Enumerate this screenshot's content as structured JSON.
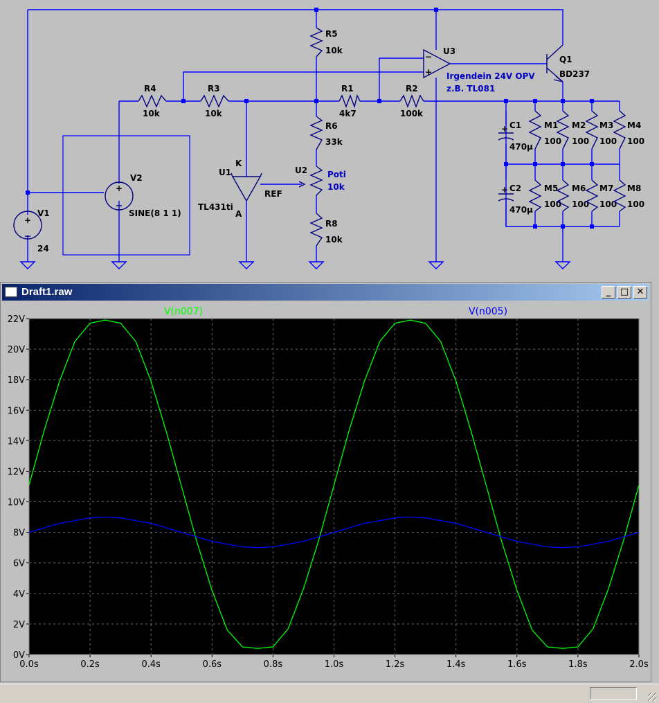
{
  "schematic": {
    "components": {
      "R5": {
        "name": "R5",
        "value": "10k"
      },
      "R4": {
        "name": "R4",
        "value": "10k"
      },
      "R3": {
        "name": "R3",
        "value": "10k"
      },
      "R1": {
        "name": "R1",
        "value": "4k7"
      },
      "R2": {
        "name": "R2",
        "value": "100k"
      },
      "R6": {
        "name": "R6",
        "value": "33k"
      },
      "R8": {
        "name": "R8",
        "value": "10k"
      },
      "U2": {
        "name": "U2",
        "value1": "Poti",
        "value2": "10k"
      },
      "U1": {
        "name": "U1",
        "part": "TL431ti",
        "pin_k": "K",
        "pin_a": "A",
        "pin_ref": "REF"
      },
      "U3": {
        "name": "U3",
        "note1": "Irgendein 24V OPV",
        "note2": "z.B. TL081"
      },
      "Q1": {
        "name": "Q1",
        "part": "BD237"
      },
      "V1": {
        "name": "V1",
        "value": "24"
      },
      "V2": {
        "name": "V2",
        "value": "SINE(8 1 1)"
      },
      "C1": {
        "name": "C1",
        "value": "470µ"
      },
      "C2": {
        "name": "C2",
        "value": "470µ"
      },
      "M1": {
        "name": "M1",
        "value": "100"
      },
      "M2": {
        "name": "M2",
        "value": "100"
      },
      "M3": {
        "name": "M3",
        "value": "100"
      },
      "M4": {
        "name": "M4",
        "value": "100"
      },
      "M5": {
        "name": "M5",
        "value": "100"
      },
      "M6": {
        "name": "M6",
        "value": "100"
      },
      "M7": {
        "name": "M7",
        "value": "100"
      },
      "M8": {
        "name": "M8",
        "value": "100"
      }
    }
  },
  "window": {
    "title": "Draft1.raw",
    "minimize_glyph": "_",
    "maximize_glyph": "□",
    "close_glyph": "✕"
  },
  "chart_data": {
    "type": "line",
    "title": "",
    "xlabel": "",
    "ylabel": "",
    "xlim": [
      0.0,
      2.0
    ],
    "ylim": [
      0,
      22
    ],
    "x_ticks": [
      "0.0s",
      "0.2s",
      "0.4s",
      "0.6s",
      "0.8s",
      "1.0s",
      "1.2s",
      "1.4s",
      "1.6s",
      "1.8s",
      "2.0s"
    ],
    "y_ticks": [
      "0V",
      "2V",
      "4V",
      "6V",
      "8V",
      "10V",
      "12V",
      "14V",
      "16V",
      "18V",
      "20V",
      "22V"
    ],
    "grid": true,
    "background": "#000000",
    "legend_position": "top",
    "series": [
      {
        "name": "V(n007)",
        "color": "#00ff00",
        "x": [
          0.0,
          0.05,
          0.1,
          0.15,
          0.2,
          0.25,
          0.3,
          0.35,
          0.4,
          0.45,
          0.5,
          0.55,
          0.6,
          0.65,
          0.7,
          0.75,
          0.8,
          0.85,
          0.9,
          0.95,
          1.0,
          1.05,
          1.1,
          1.15,
          1.2,
          1.25,
          1.3,
          1.35,
          1.4,
          1.45,
          1.5,
          1.55,
          1.6,
          1.65,
          1.7,
          1.75,
          1.8,
          1.85,
          1.9,
          1.95,
          2.0
        ],
        "values": [
          11.1,
          14.7,
          17.9,
          20.5,
          21.7,
          21.9,
          21.7,
          20.5,
          17.9,
          14.6,
          11.0,
          7.4,
          4.2,
          1.6,
          0.5,
          0.4,
          0.5,
          1.7,
          4.3,
          7.5,
          11.1,
          14.7,
          17.9,
          20.5,
          21.7,
          21.9,
          21.7,
          20.5,
          17.9,
          14.6,
          11.0,
          7.4,
          4.2,
          1.6,
          0.5,
          0.4,
          0.5,
          1.7,
          4.3,
          7.5,
          11.1
        ]
      },
      {
        "name": "V(n005)",
        "color": "#0000ff",
        "x": [
          0.0,
          0.1,
          0.2,
          0.25,
          0.3,
          0.4,
          0.5,
          0.6,
          0.7,
          0.75,
          0.8,
          0.9,
          1.0,
          1.1,
          1.2,
          1.25,
          1.3,
          1.4,
          1.5,
          1.6,
          1.7,
          1.75,
          1.8,
          1.9,
          2.0
        ],
        "values": [
          8.0,
          8.59,
          8.95,
          9.0,
          8.95,
          8.59,
          8.0,
          7.41,
          7.05,
          7.0,
          7.05,
          7.41,
          8.0,
          8.59,
          8.95,
          9.0,
          8.95,
          8.59,
          8.0,
          7.41,
          7.05,
          7.0,
          7.05,
          7.41,
          8.0
        ]
      }
    ]
  }
}
